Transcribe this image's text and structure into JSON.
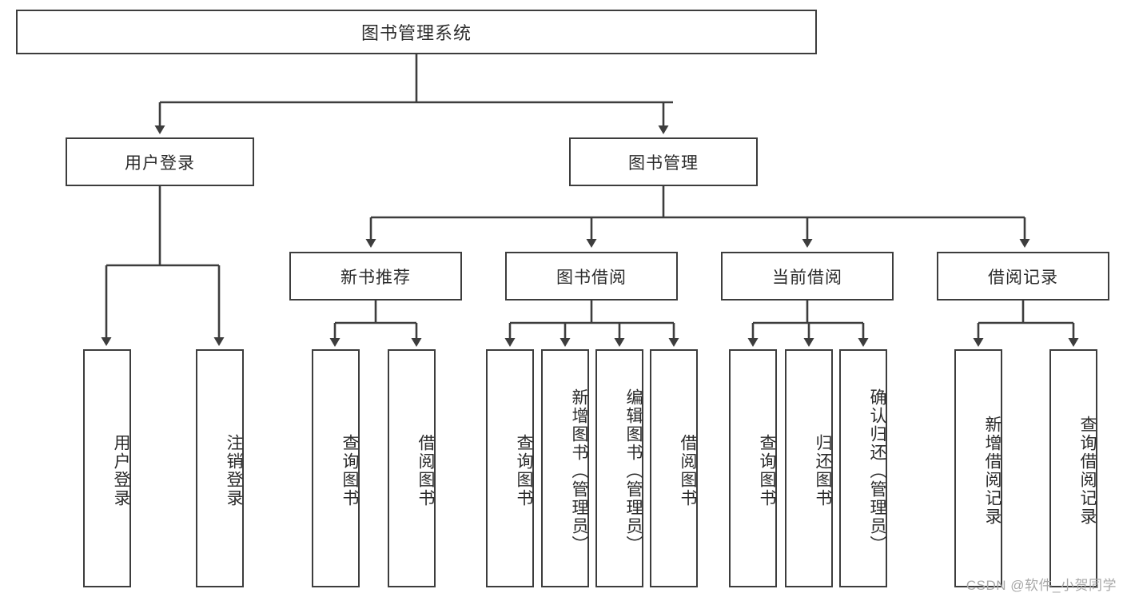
{
  "diagram": {
    "type": "tree",
    "title": "图书管理系统",
    "theme": {
      "background": "#ffffff",
      "box_border": "#3d3d3d",
      "box_fill": "#ffffff",
      "text": "#2b2b2b",
      "connector": "#3d3d3d",
      "watermark": "#a8a8a8"
    },
    "root": {
      "label": "图书管理系统"
    },
    "level2": [
      {
        "label": "用户登录"
      },
      {
        "label": "图书管理"
      }
    ],
    "level3": [
      {
        "label": "新书推荐"
      },
      {
        "label": "图书借阅"
      },
      {
        "label": "当前借阅"
      },
      {
        "label": "借阅记录"
      }
    ],
    "leaves": {
      "user_login": [
        {
          "label": "用户登录"
        },
        {
          "label": "注销登录"
        }
      ],
      "new_book_recommend": [
        {
          "label": "查询图书"
        },
        {
          "label": "借阅图书"
        }
      ],
      "book_borrow": [
        {
          "label": "查询图书"
        },
        {
          "label": "新增图书（管理员）"
        },
        {
          "label": "编辑图书（管理员）"
        },
        {
          "label": "借阅图书"
        }
      ],
      "current_borrow": [
        {
          "label": "查询图书"
        },
        {
          "label": "归还图书"
        },
        {
          "label": "确认归还（管理员）"
        }
      ],
      "borrow_record": [
        {
          "label": "新增借阅记录"
        },
        {
          "label": "查询借阅记录"
        }
      ]
    }
  },
  "watermark": {
    "text": "CSDN @软件_小贺同学"
  }
}
